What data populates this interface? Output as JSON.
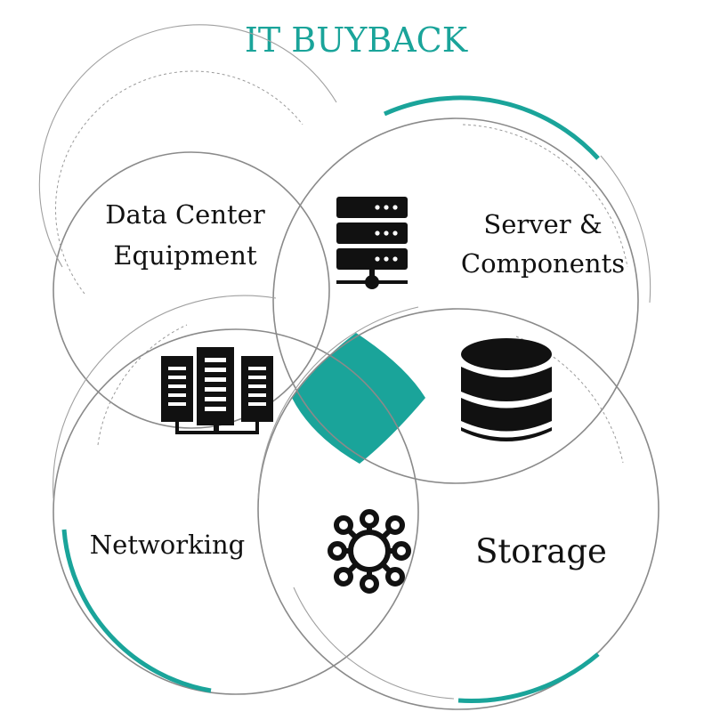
{
  "title": "IT BUYBACK",
  "colors": {
    "accent": "#1aa49a",
    "icon": "#111111",
    "ring": "#8a8a8a"
  },
  "segments": {
    "data_center": {
      "lines": [
        "Data Center",
        "Equipment"
      ],
      "icon": "server-rack-icon"
    },
    "server": {
      "lines": [
        "Server &",
        "Components"
      ],
      "icon": "server-stack-icon"
    },
    "networking": {
      "lines": [
        "Networking"
      ],
      "icon": "network-hub-icon"
    },
    "storage": {
      "lines": [
        "Storage"
      ],
      "icon": "database-icon"
    }
  }
}
